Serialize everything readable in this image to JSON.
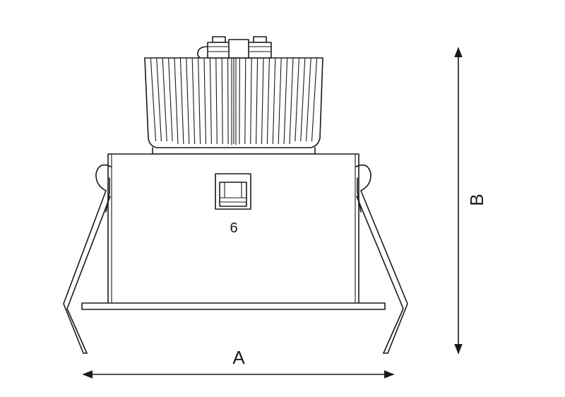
{
  "dimensions": {
    "width_label": "A",
    "height_label": "B"
  },
  "body": {
    "marking": "6"
  },
  "colors": {
    "line": "#1a1a1a",
    "background": "#ffffff"
  }
}
